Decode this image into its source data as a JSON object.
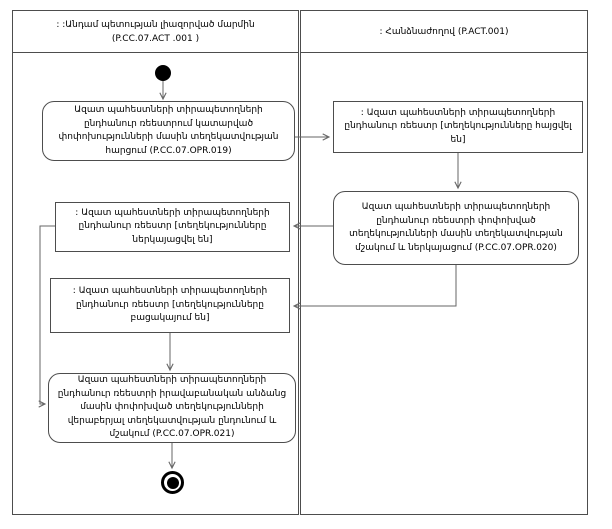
{
  "diagram": {
    "lanes": [
      {
        "title_line1": ": :Անդամ պետության լիազորված մարմին",
        "title_line2": "(P.CC.07.ACT .001 )"
      },
      {
        "title": ": Հանձնաժողով (P.ACT.001)"
      }
    ],
    "nodes": {
      "request_info": "Ազատ պահեստների տիրապետողների ընդհանուր ռեեստրում կատարված փոփոխությունների մասին տեղեկատվության հարցում (P.CC.07.OPR.019)",
      "registry_requested": ": Ազատ պահեստների տիրապետողների ընդհանուր ռեեստր [տեղեկությունները հայցվել են]",
      "process_present": "Ազատ պահեստների տիրապետողների ընդհանուր ռեեստրի փոփոխված տեղեկությունների մասին տեղեկատվության մշակում և ներկայացում (P.CC.07.OPR.020)",
      "registry_presented": ": Ազատ պահեստների տիրապետողների ընդհանուր ռեեստր [տեղեկությունները ներկայացվել են]",
      "registry_absent": ": Ազատ պահեստների տիրապետողների ընդհանուր ռեեստր [տեղեկությունները բացակայում են]",
      "receive_process": "Ազատ պահեստների տիրապետողների ընդհանուր ռեեստրի իրավաբանական անձանց մասին փոփոխված տեղեկությունների վերաբերյալ տեղեկատվության ընդունում և մշակում (P.CC.07.OPR.021)"
    },
    "colors": {
      "line": "#666666",
      "border": "#4d4d4d",
      "text": "#000000",
      "background": "#ffffff"
    }
  }
}
